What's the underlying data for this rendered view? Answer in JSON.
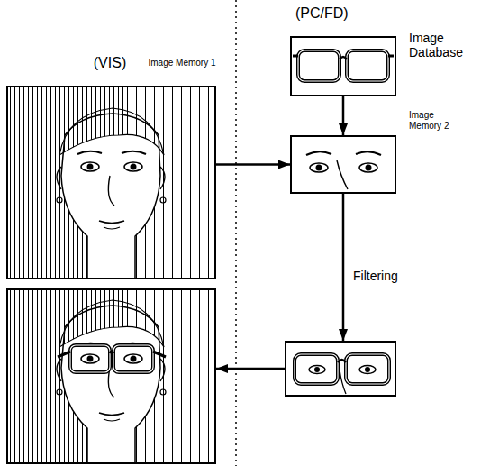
{
  "diagram": {
    "nodes": [
      {
        "text": [
          "Image Database"
        ]
      },
      {
        "text": [
          "(VIS)",
          "Image Memory 1"
        ]
      },
      {
        "text": [
          "Image Memory 2"
        ]
      },
      {
        "text": []
      },
      {
        "text": []
      }
    ],
    "edges": [
      {
        "from": 0,
        "to": 2,
        "arrow": "to"
      },
      {
        "from": 1,
        "to": 2,
        "arrow": "to"
      },
      {
        "from": 2,
        "to": 4,
        "label": "Filtering",
        "arrow": "to"
      },
      {
        "from": 4,
        "to": 3,
        "arrow": "to"
      }
    ],
    "labels": [
      "(PC/FD)"
    ]
  }
}
